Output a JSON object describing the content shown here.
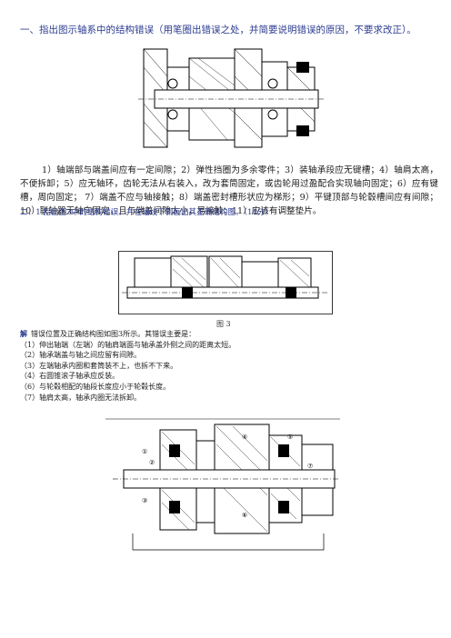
{
  "question1": {
    "title": "一、指出图示轴系中的结构错误（用笔圈出错误之处，并简要说明错误的原因，不要求改正）。",
    "answer": "1）轴端部与端盖间应有一定间隙；2）弹性挡圈为多余零件；3）装轴承段应无键槽；4）轴肩太高，不便拆卸；5）应无轴环，齿轮无法从右装入，改为套筒固定，或齿轮用过盈配合实现轴向固定；6）应有键槽，周向固定； 7）端盖不应与轴接触；8）端盖密封槽形状应为梯形；9）平键顶部与轮毂槽间应有间隙；10）联轴器无轴向固定，且与端盖间隙太小，易接触；11）应该有调整垫片。"
  },
  "question2": {
    "title": "二、1.指出图3中的结构错误，并在轴线下侧画出其正确结构图。（14分）",
    "figure_caption": "图 3",
    "solution_label": "解",
    "solution_intro": "错误位置及正确结构图如图3所示。其错误主要是：",
    "errors": [
      "（1）伸出轴端（左端）的轴肩端面与轴承盖外侧之间的距离太短。",
      "（2）轴承端盖与轴之间应留有间隙。",
      "（3）左端轴承内圈和套筒装不上，也拆不下来。",
      "（4）右圆锥滚子轴承应反装。",
      "（6）与轮毂相配的轴段长度应小于轮毂长度。",
      "（7）轴肩太高，轴承内圈无法拆卸。"
    ]
  },
  "figure4_labels": [
    "①",
    "②",
    "③",
    "④",
    "⑤",
    "⑥",
    "⑦"
  ]
}
